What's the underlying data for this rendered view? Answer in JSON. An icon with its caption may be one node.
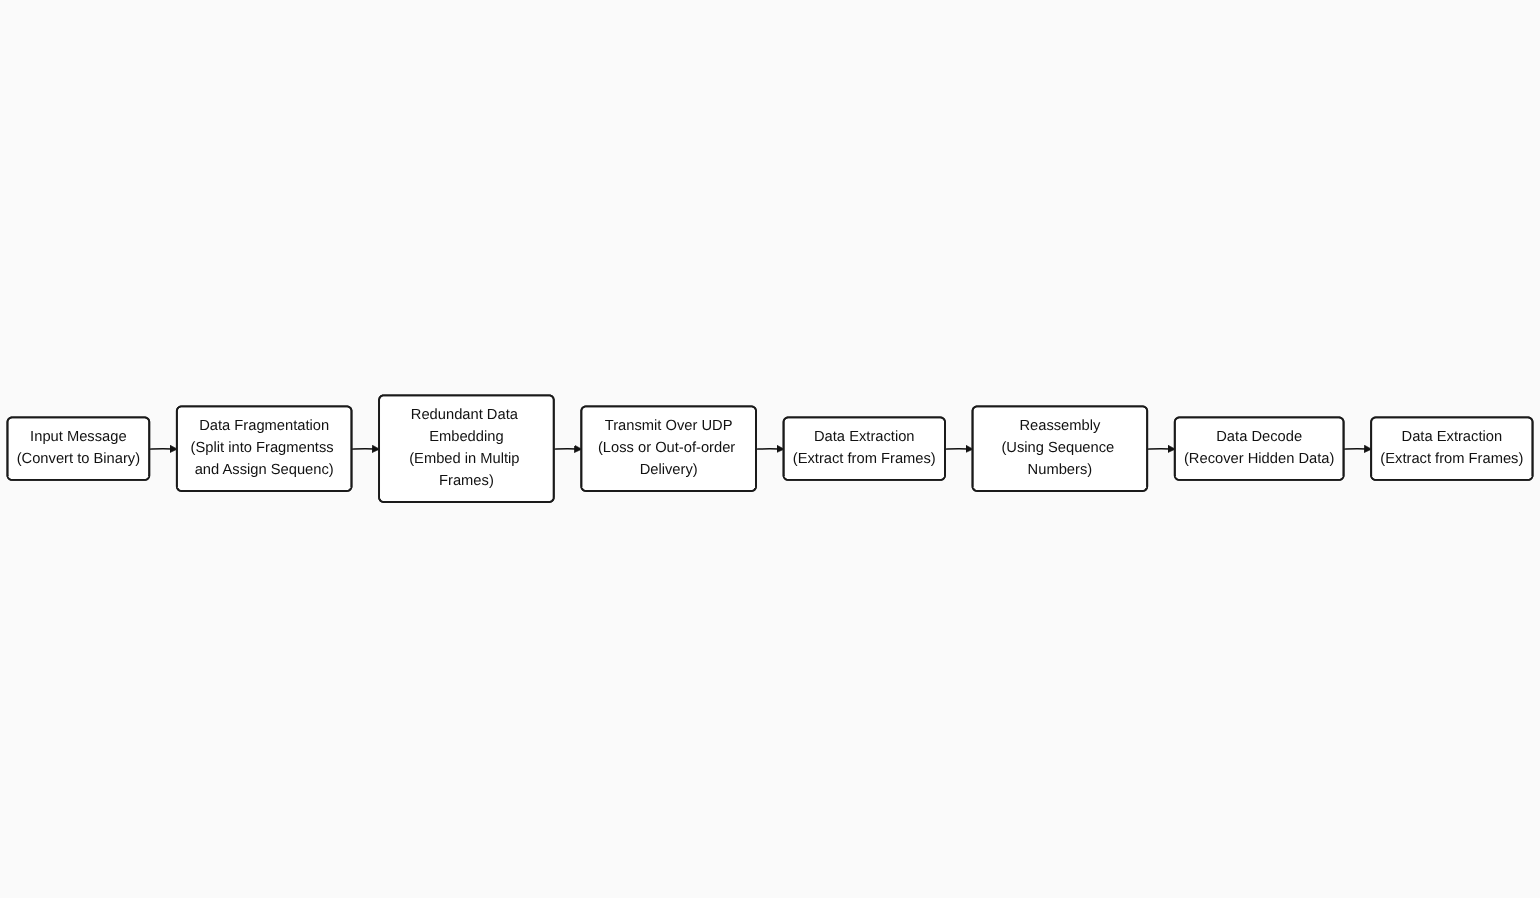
{
  "diagram": {
    "nodes": [
      {
        "text": [
          "Input Message",
          "(Convert to Binary)"
        ]
      },
      {
        "text": [
          "Data Fragmentation",
          "(Split into Fragmentss and Assign Sequenc)"
        ]
      },
      {
        "text": [
          "Redundant Data Embedding",
          "(Embed in Multip Frames)"
        ]
      },
      {
        "text": [
          "Transmit Over UDP",
          "(Loss or Out-of-order Delivery)"
        ]
      },
      {
        "text": [
          "Data Extraction",
          "(Extract from Frames)"
        ]
      },
      {
        "text": [
          "Reassembly",
          "(Using Sequence Numbers)"
        ]
      },
      {
        "text": [
          "Data Decode",
          "(Recover Hidden Data)"
        ]
      },
      {
        "text": [
          "Data Extraction",
          "(Extract from Frames)"
        ]
      }
    ],
    "edges": [
      {
        "from": 0,
        "to": 1,
        "arrow": "to"
      },
      {
        "from": 1,
        "to": 2,
        "arrow": "to"
      },
      {
        "from": 2,
        "to": 3,
        "arrow": "to"
      },
      {
        "from": 3,
        "to": 4,
        "arrow": "to"
      },
      {
        "from": 4,
        "to": 5,
        "arrow": "to"
      },
      {
        "from": 5,
        "to": 6,
        "arrow": "to"
      },
      {
        "from": 6,
        "to": 7,
        "arrow": "to"
      }
    ]
  }
}
